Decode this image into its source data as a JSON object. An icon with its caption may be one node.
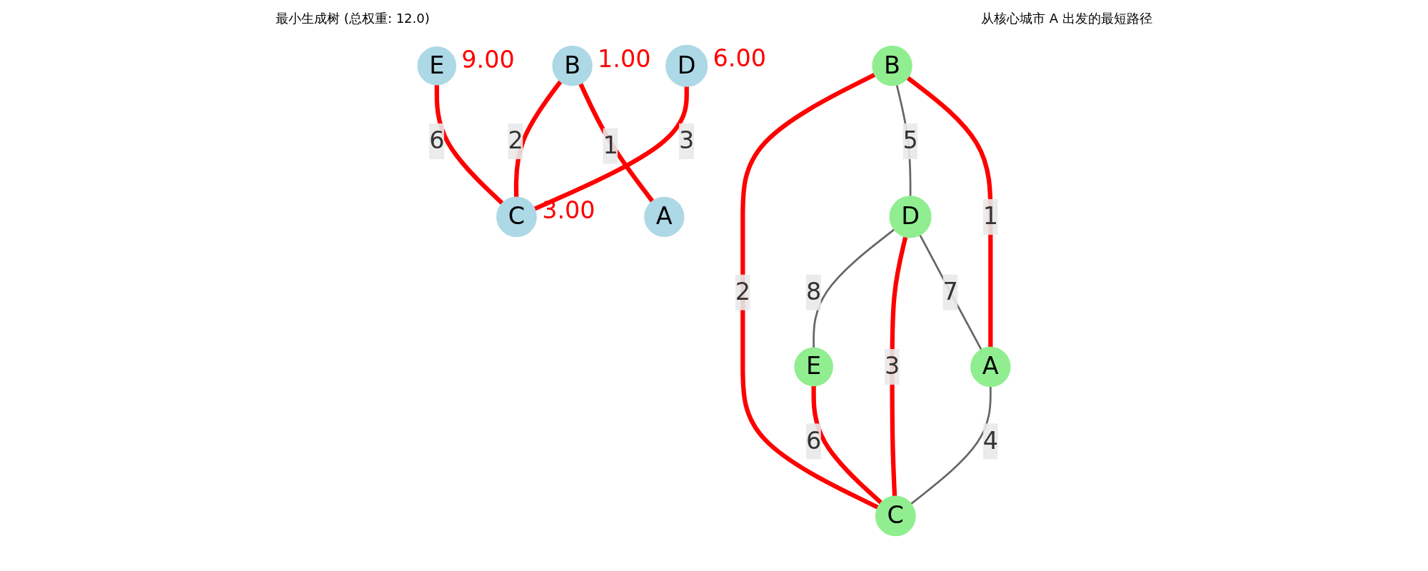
{
  "diagram": {
    "nodes": [
      {
        "text": [
          "B"
        ]
      },
      {
        "text": [
          "A"
        ]
      },
      {
        "text": [
          "D"
        ]
      },
      {
        "text": [
          "C"
        ]
      },
      {
        "text": [
          "E"
        ]
      },
      {
        "text": [
          "B"
        ],
        "beside": [
          "1.00"
        ]
      },
      {
        "text": [
          "A"
        ]
      },
      {
        "text": [
          "D"
        ],
        "beside": [
          "6.00"
        ]
      },
      {
        "text": [
          "C"
        ],
        "beside": [
          "3.00"
        ]
      },
      {
        "text": [
          "E"
        ],
        "beside": [
          "9.00"
        ]
      }
    ],
    "edges": [
      {
        "from": 0,
        "to": 1,
        "arrow": "none",
        "label": "1"
      },
      {
        "from": 0,
        "to": 2,
        "arrow": "none",
        "label": "5",
        "color": "#666666"
      },
      {
        "from": 0,
        "to": 3,
        "arrow": "none",
        "label": "2"
      },
      {
        "from": 2,
        "to": 1,
        "arrow": "none",
        "label": "7",
        "color": "#666666"
      },
      {
        "from": 2,
        "to": 3,
        "arrow": "none",
        "label": "3"
      },
      {
        "from": 1,
        "to": 3,
        "arrow": "none",
        "label": "4",
        "color": "#666666"
      },
      {
        "from": 2,
        "to": 4,
        "arrow": "none",
        "label": "8",
        "color": "#666666"
      },
      {
        "from": 4,
        "to": 3,
        "arrow": "none",
        "label": "6"
      },
      {
        "from": 5,
        "to": 6,
        "arrow": "none",
        "label": "1"
      },
      {
        "from": 5,
        "to": 8,
        "arrow": "none",
        "label": "2"
      },
      {
        "from": 7,
        "to": 8,
        "arrow": "none",
        "label": "3"
      },
      {
        "from": 9,
        "to": 8,
        "arrow": "none",
        "label": "6"
      }
    ],
    "labels": [
      "最小生成树 (总权重: 12.0)",
      "从核心城市 A 出发的最短路径"
    ]
  }
}
